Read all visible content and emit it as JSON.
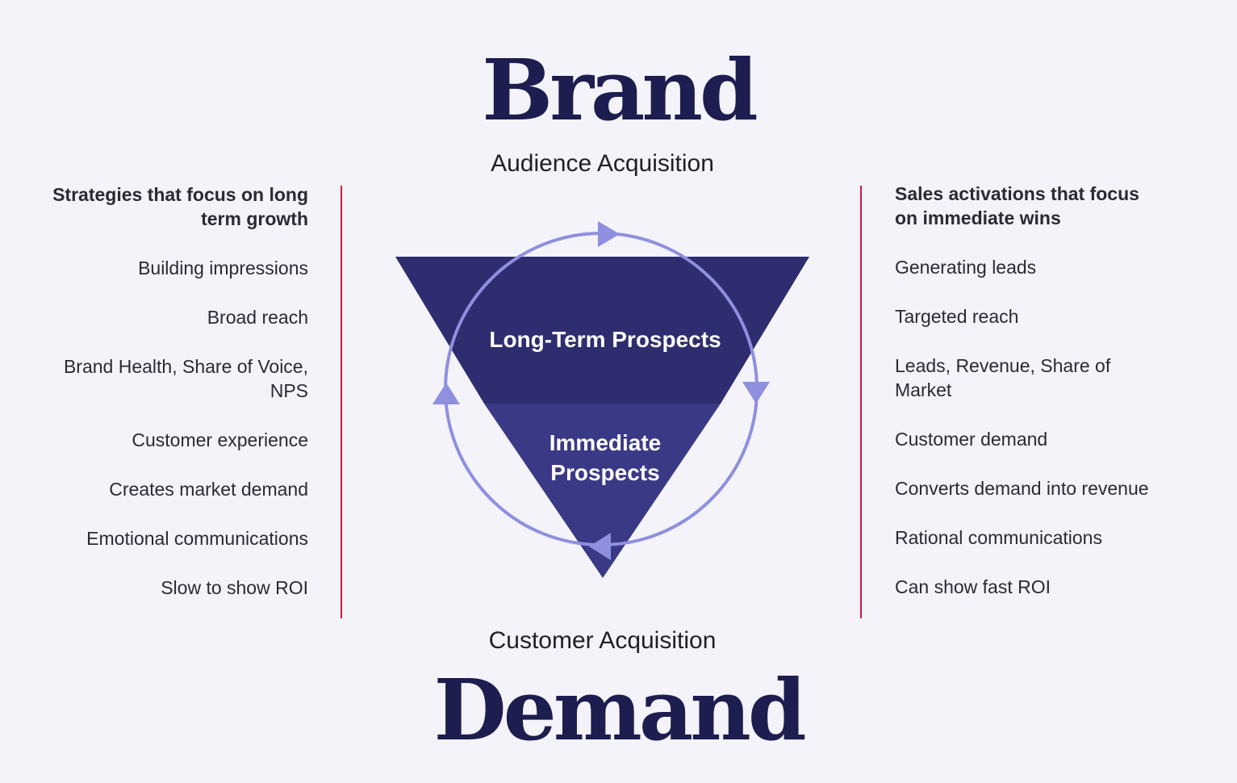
{
  "titles": {
    "top": "Brand",
    "bottom": "Demand",
    "top_sub": "Audience Acquisition",
    "bottom_sub": "Customer Acquisition"
  },
  "funnel": {
    "upper": "Long-Term Prospects",
    "lower_line1": "Immediate",
    "lower_line2": "Prospects"
  },
  "colors": {
    "upper": "#2d2d6f",
    "lower": "#3a3985",
    "cycle": "#8f8fdf",
    "rule": "#d9163b",
    "title": "#1e1d4f"
  },
  "left": {
    "heading": "Strategies that focus on long term growth",
    "items": [
      "Building impressions",
      "Broad reach",
      "Brand Health, Share of Voice, NPS",
      "Customer experience",
      "Creates market demand",
      "Emotional communications",
      "Slow to show ROI"
    ]
  },
  "right": {
    "heading": "Sales activations that focus on immediate wins",
    "items": [
      "Generating leads",
      "Targeted reach",
      "Leads, Revenue, Share of Market",
      "Customer demand",
      "Converts demand into revenue",
      "Rational communications",
      "Can show fast ROI"
    ]
  }
}
